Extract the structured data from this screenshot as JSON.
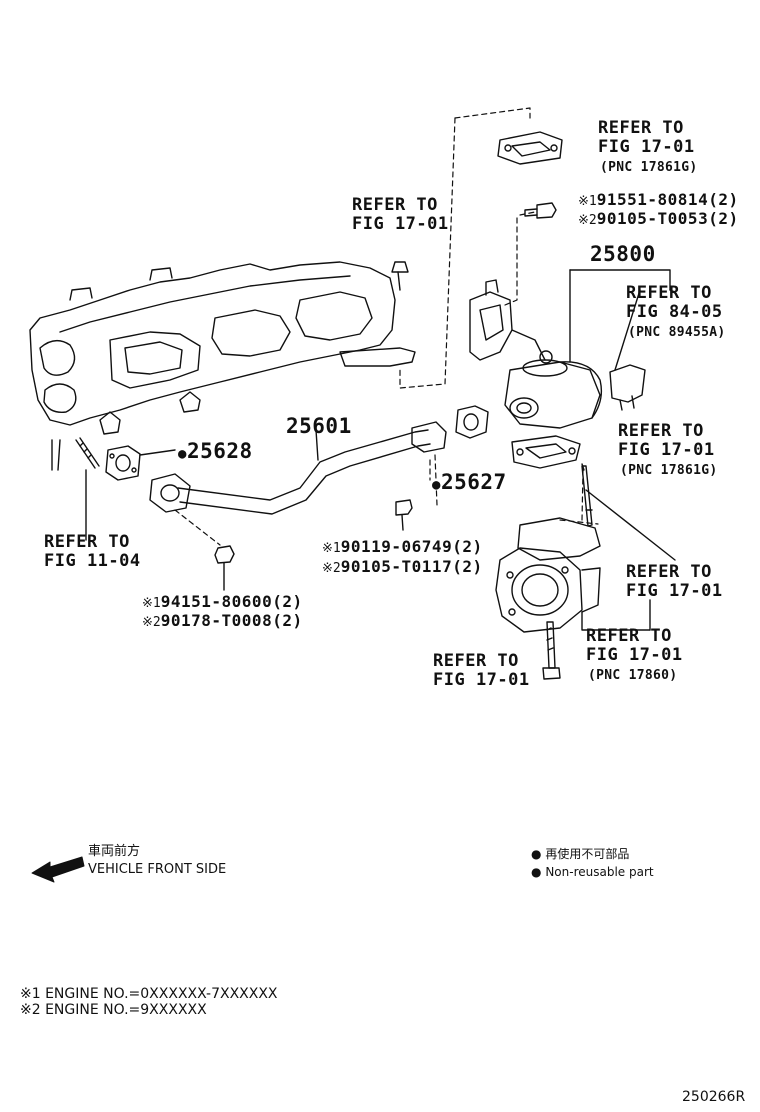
{
  "callouts": {
    "ref_top_right": {
      "line1": "REFER TO",
      "line2": "FIG 17-01",
      "line3": "(PNC 17861G)"
    },
    "ref_top_mid": {
      "line1": "REFER TO",
      "line2": "FIG 17-01"
    },
    "bolt_25800_mount": {
      "mark1": "※1",
      "pn1": "91551-80814(2)",
      "mark2": "※2",
      "pn2": "90105-T0053(2)"
    },
    "part_25800": "25800",
    "ref_sensor": {
      "line1": "REFER TO",
      "line2": "FIG 84-05",
      "line3": "(PNC 89455A)"
    },
    "ref_gasket_mid": {
      "line1": "REFER TO",
      "line2": "FIG 17-01",
      "line3": "(PNC 17861G)"
    },
    "part_25601": "25601",
    "part_25628": {
      "dot": "●",
      "number": "25628"
    },
    "part_25627": {
      "dot": "●",
      "number": "25627"
    },
    "ref_left": {
      "line1": "REFER TO",
      "line2": "FIG 11-04"
    },
    "bolt_pipe": {
      "mark1": "※1",
      "pn1": "90119-06749(2)",
      "mark2": "※2",
      "pn2": "90105-T0117(2)"
    },
    "nut_pipe": {
      "mark1": "※1",
      "pn1": "94151-80600(2)",
      "mark2": "※2",
      "pn2": "90178-T0008(2)"
    },
    "ref_stud": {
      "line1": "REFER TO",
      "line2": "FIG 17-01"
    },
    "ref_cooler": {
      "line1": "REFER TO",
      "line2": "FIG 17-01",
      "line3": "(PNC 17860)"
    },
    "ref_bottom_bolt": {
      "line1": "REFER TO",
      "line2": "FIG 17-01"
    }
  },
  "legend": {
    "direction_jp": "車両前方",
    "direction_en": "VEHICLE FRONT SIDE",
    "nonreusable_jp": "再使用不可部品",
    "nonreusable_en": "Non-reusable part",
    "dot": "●"
  },
  "engine_notes": [
    "※1 ENGINE NO.=0XXXXXX-7XXXXXX",
    "※2 ENGINE NO.=9XXXXXX"
  ],
  "figure_code": "250266R"
}
